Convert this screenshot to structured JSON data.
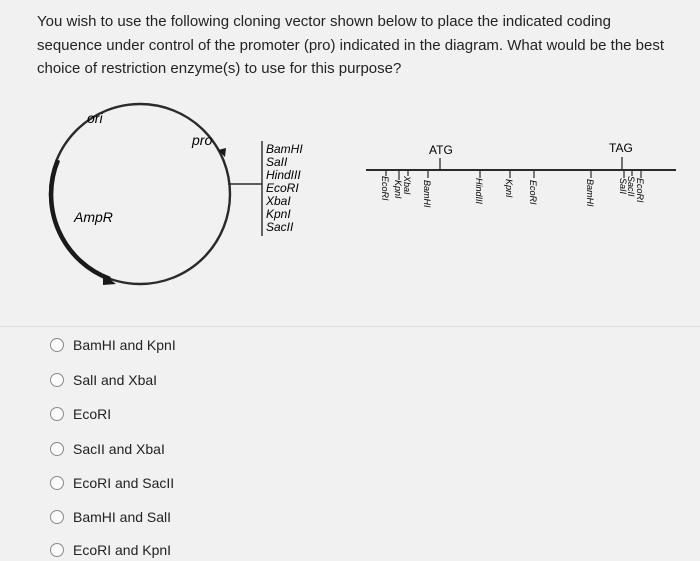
{
  "question": {
    "text": "You wish to use the following cloning vector shown below to place the indicated coding sequence under control of the promoter (pro) indicated in the diagram. What would be the best choice of restriction enzyme(s) to use for this purpose?"
  },
  "plasmid": {
    "ori_label": "ori",
    "ampr_label": "AmpR",
    "pro_label": "pro",
    "mcs_sites": [
      "BamHI",
      "SaII",
      "HindIII",
      "EcoRI",
      "XbaI",
      "KpnI",
      "SacII"
    ]
  },
  "insert": {
    "start_codon": "ATG",
    "stop_codon": "TAG",
    "sites": {
      "s1": "EcoRI",
      "s2": "KpnI",
      "s3": "XbaI",
      "s4": "BamHI",
      "s5": "HindIII",
      "s6": "KpnI",
      "s7": "EcoRI",
      "s8": "BamHI",
      "s9": "SaII",
      "s10": "SacII",
      "s11": "EcoRI"
    }
  },
  "options": [
    {
      "label": "BamHI and KpnI"
    },
    {
      "label": "SalI and XbaI"
    },
    {
      "label": "EcoRI"
    },
    {
      "label": "SacII and XbaI"
    },
    {
      "label": "EcoRI and SacII"
    },
    {
      "label": "BamHI and SalI"
    },
    {
      "label": "EcoRI and KpnI"
    }
  ]
}
